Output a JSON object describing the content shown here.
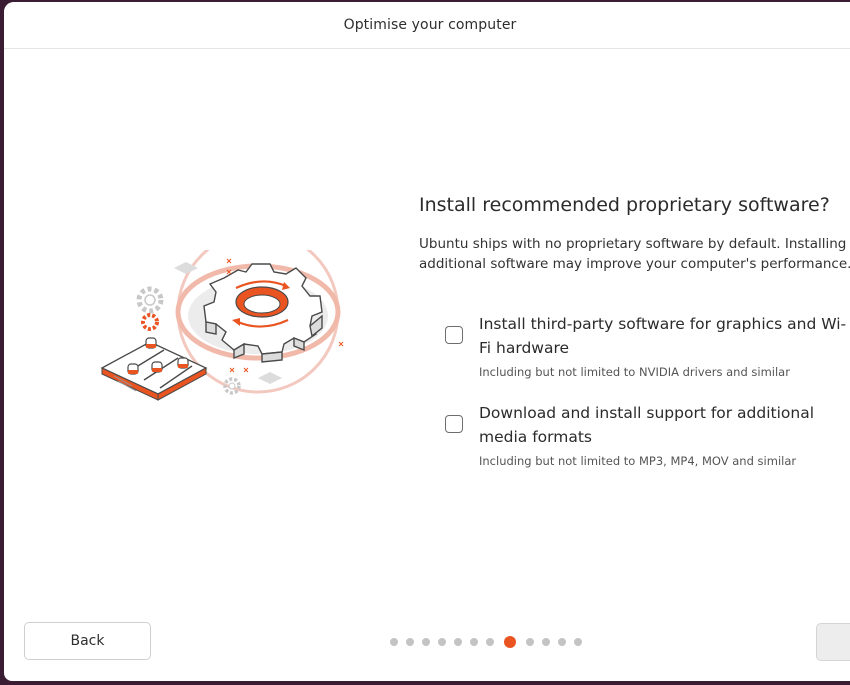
{
  "window": {
    "title": "Optimise your computer"
  },
  "main": {
    "heading": "Install recommended proprietary software?",
    "description_line1": "Ubuntu ships with no proprietary software by default. Installing",
    "description_line2": "additional software may improve your computer's performance.",
    "options": [
      {
        "label": "Install third-party software for graphics and Wi-Fi hardware",
        "sublabel": "Including but not limited to NVIDIA drivers and similar",
        "checked": false
      },
      {
        "label": "Download and install support for additional media formats",
        "sublabel": "Including but not limited to MP3, MP4, MOV and similar",
        "checked": false
      }
    ]
  },
  "footer": {
    "back_label": "Back",
    "pagination": {
      "total": 12,
      "current": 8
    }
  },
  "colors": {
    "accent": "#e95420",
    "dot_inactive": "#c4c4c4",
    "background": "#ffffff"
  },
  "icons": {
    "illustration": "gear-settings-illustration"
  }
}
